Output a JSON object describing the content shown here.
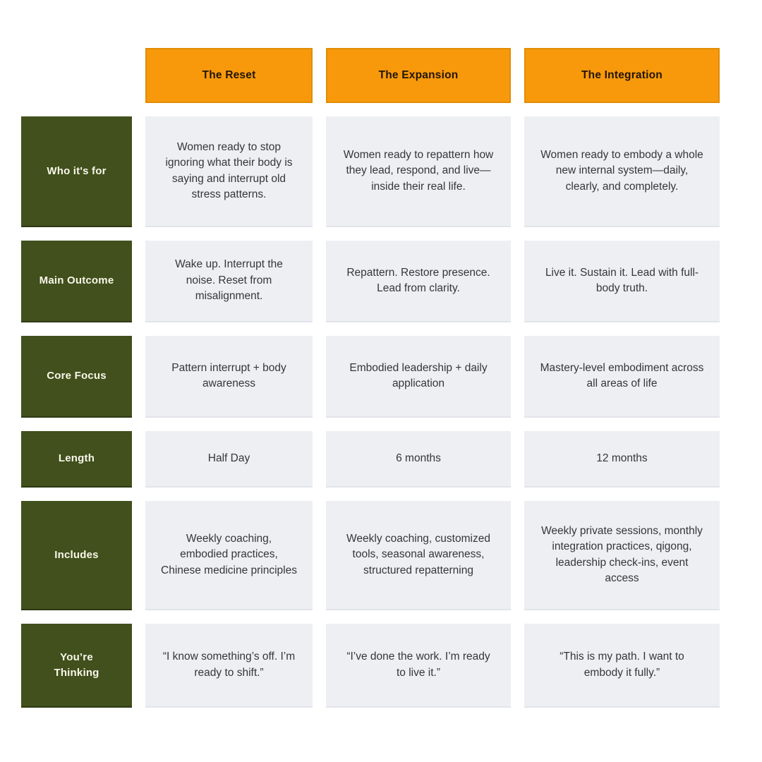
{
  "colors": {
    "canvas_bg": "#FFFFFF",
    "header_bg": "#F8990C",
    "header_border": "#E18C03",
    "header_text": "#231502",
    "row_label_bg": "#41501C",
    "row_label_text": "#F8F6EA",
    "cell_bg": "#EDEFF3",
    "cell_text": "#35363C"
  },
  "chart_data": {
    "type": "table",
    "title": "",
    "legend_position": "none",
    "column_headers": [
      "The Reset",
      "The Expansion",
      "The Integration"
    ],
    "row_headers": [
      "Who it's for",
      "Main Outcome",
      "Core Focus",
      "Length",
      "Includes",
      "You’re\nThinking"
    ],
    "rows": [
      [
        "Women ready to stop ignoring what their body is saying and interrupt old stress patterns.",
        "Women ready to repattern how they lead, respond, and live—inside their real life.",
        "Women ready to embody a whole new internal system—daily, clearly, and completely."
      ],
      [
        "Wake up. Interrupt the noise. Reset from misalignment.",
        "Repattern. Restore presence. Lead from clarity.",
        "Live it. Sustain it. Lead with full-body truth."
      ],
      [
        "Pattern interrupt + body awareness",
        "Embodied leadership + daily application",
        "Mastery-level embodiment across all areas of life"
      ],
      [
        "Half Day",
        "6 months",
        "12 months"
      ],
      [
        "Weekly coaching, embodied practices, Chinese medicine principles",
        "Weekly coaching, customized tools, seasonal awareness, structured repatterning",
        "Weekly private sessions, monthly integration practices, qigong, leadership check-ins, event access"
      ],
      [
        "“I know something’s off. I’m ready to shift.”",
        "“I’ve done the work. I’m ready to live it.”",
        "“This is my path. I want to embody it fully.”"
      ]
    ]
  }
}
